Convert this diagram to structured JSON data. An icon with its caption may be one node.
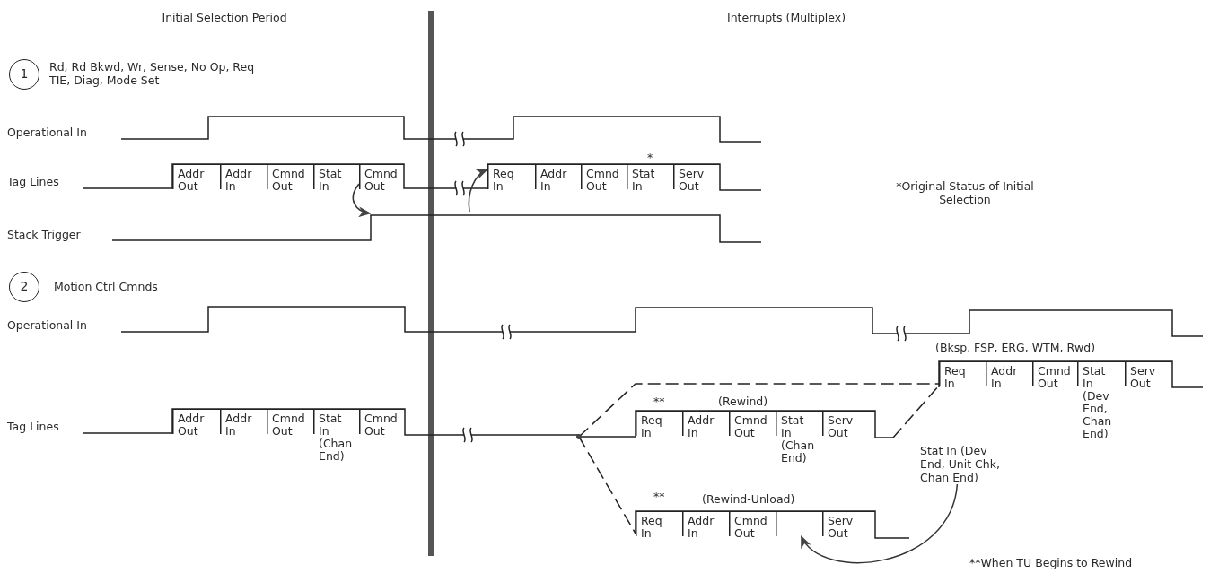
{
  "diagram": {
    "nodes": [
      {
        "text": [
          "1"
        ]
      },
      {
        "text": [
          "Addr Out"
        ]
      },
      {
        "text": [
          "Addr In"
        ]
      },
      {
        "text": [
          "Cmnd Out"
        ]
      },
      {
        "text": [
          "Stat In"
        ]
      },
      {
        "text": [
          "Cmnd Out"
        ]
      },
      {
        "text": [
          "Req In"
        ]
      },
      {
        "text": [
          "Addr In"
        ]
      },
      {
        "text": [
          "Cmnd Out"
        ]
      },
      {
        "text": [
          "Stat In"
        ],
        "beside": [
          "*"
        ]
      },
      {
        "text": [
          "Serv Out"
        ]
      },
      {
        "text": [
          "2"
        ]
      },
      {
        "text": [
          "Addr Out"
        ]
      },
      {
        "text": [
          "Addr In"
        ]
      },
      {
        "text": [
          "Cmnd Out"
        ]
      },
      {
        "text": [
          "Stat In (Chan End)"
        ]
      },
      {
        "text": [
          "Cmnd Out"
        ]
      },
      {
        "text": [
          "Req In"
        ]
      },
      {
        "text": [
          "Addr In"
        ]
      },
      {
        "text": [
          "Cmnd Out"
        ]
      },
      {
        "text": [
          "Stat In (Dev End, Chan End)"
        ]
      },
      {
        "text": [
          "Serv Out"
        ]
      },
      {
        "text": [
          "Req In"
        ]
      },
      {
        "text": [
          "Addr In"
        ]
      },
      {
        "text": [
          "Cmnd Out"
        ]
      },
      {
        "text": [
          "Stat In (Chan End)"
        ]
      },
      {
        "text": [
          "Serv Out"
        ]
      },
      {
        "text": [
          "Stat In (Dev End, Unit Chk, Chan End)"
        ]
      },
      {
        "text": [
          "Req In"
        ]
      },
      {
        "text": [
          "Addr In"
        ]
      },
      {
        "text": [
          "Cmnd Out"
        ]
      },
      {
        "text": [],
        "shape": "box"
      },
      {
        "text": [
          "Serv Out"
        ]
      }
    ],
    "edges": [
      {
        "from": 4,
        "to": 5,
        "arrow": "to"
      },
      {
        "from": null,
        "to": 6,
        "arrow": "to"
      },
      {
        "from": 27,
        "to": 31,
        "arrow": "to"
      }
    ],
    "labels": [
      "Initial Selection Period",
      "Interrupts (Multiplex)",
      "Rd, Rd Bkwd, Wr, Sense, No Op, Req TIE, Diag, Mode Set",
      "Operational In",
      "Tag Lines",
      "*Original Status of Initial Selection",
      "Stack Trigger",
      "Motion Ctrl Cmnds",
      "Operational In",
      "(Bksp, FSP, ERG, WTM, Rwd)",
      "**",
      "(Rewind)",
      "Tag Lines",
      "**",
      "(Rewind-Unload)",
      "**When TU Begins to Rewind"
    ]
  }
}
